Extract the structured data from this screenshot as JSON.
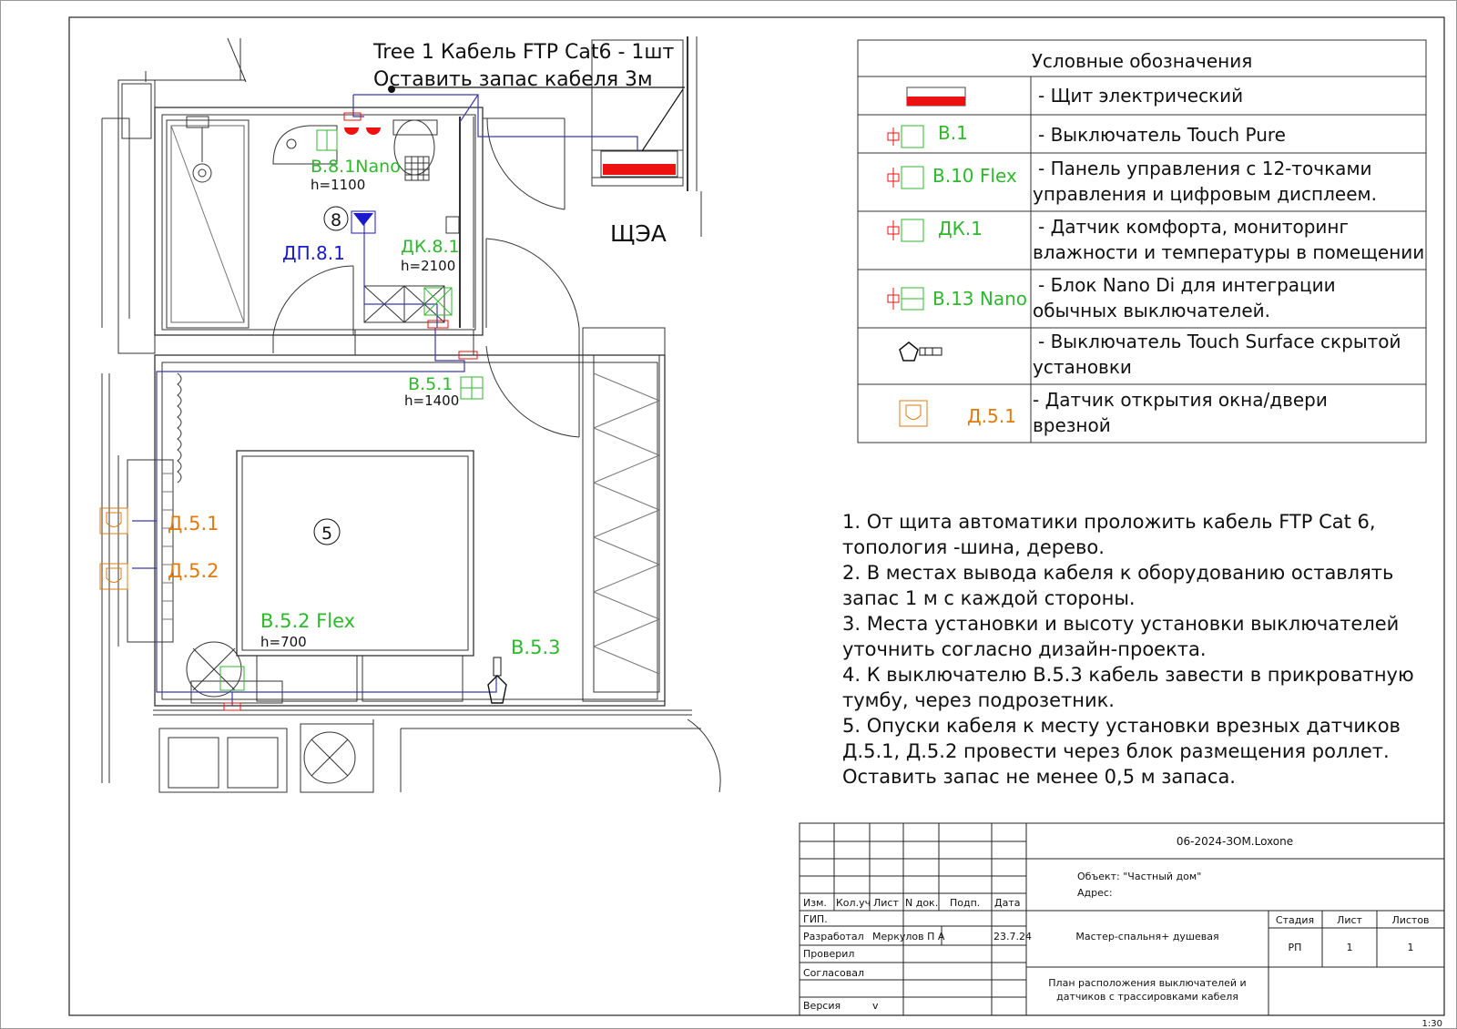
{
  "top_note": {
    "line1": "Tree 1 Кабель FTP Cat6 - 1шт",
    "line2": "Оставить запас кабеля 3м"
  },
  "plan": {
    "room_shea": "ЩЭА",
    "room_8": "8",
    "room_5": "5",
    "labels": {
      "v81": "В.8.1Nano",
      "v81_h": "h=1100",
      "dp81": "ДП.8.1",
      "dk81": "ДК.8.1",
      "dk81_h": "h=2100",
      "v51": "В.5.1",
      "v51_h": "h=1400",
      "d51": "Д.5.1",
      "d52": "Д.5.2",
      "v52": "В.5.2 Flex",
      "v52_h": "h=700",
      "v53": "В.5.3"
    }
  },
  "legend": {
    "title": "Условные обозначения",
    "rows": [
      {
        "code": "",
        "desc1": "- Щит электрический",
        "desc2": ""
      },
      {
        "code": "В.1",
        "desc1": "- Выключатель Touch Pure",
        "desc2": ""
      },
      {
        "code": "В.10 Flex",
        "desc1": "- Панель управления с 12-точками",
        "desc2": "управления и цифровым дисплеем."
      },
      {
        "code": "ДК.1",
        "desc1": "- Датчик комфорта, мониторинг",
        "desc2": "влажности и температуры в помещении"
      },
      {
        "code": "В.13 Nano",
        "desc1": "- Блок Nano Di для интеграции",
        "desc2": "обычных     выключателей."
      },
      {
        "code": "",
        "desc1": "- Выключатель Touch Surface скрытой",
        "desc2": "установки"
      },
      {
        "code": "Д.5.1",
        "desc1": "- Датчик открытия окна/двери",
        "desc2": "врезной"
      }
    ]
  },
  "notes": [
    "1. От щита автоматики проложить кабель FTP Cat 6,",
    "топология -шина, дерево.",
    "2. В местах вывода кабеля к оборудованию оставлять",
    "запас 1 м с каждой стороны.",
    "3. Места установки и высоту установки выключателей",
    "уточнить согласно дизайн-проекта.",
    "4. К выключателю В.5.3 кабель завести в прикроватную",
    "тумбу, через подрозетник.",
    "5. Опуски кабеля к месту установки врезных датчиков",
    "Д.5.1, Д.5.2 провести через блок размещения роллет.",
    "Оставить запас не менее 0,5 м запаса."
  ],
  "title_block": {
    "code": "06-2024-ЗОМ.Loxone",
    "object": "Объект:  \"Частный дом\"",
    "address": "Адрес:",
    "headers": [
      "Изм.",
      "Кол.уч",
      "Лист",
      "N док.",
      "Подп.",
      "Дата"
    ],
    "rows": [
      {
        "role": "ГИП.",
        "name": "",
        "sign": "",
        "date": ""
      },
      {
        "role": "Разработал",
        "name": "Меркулов П А",
        "sign": "",
        "date": "23.7.24"
      },
      {
        "role": "Проверил",
        "name": "",
        "sign": "",
        "date": ""
      },
      {
        "role": "Согласовал",
        "name": "",
        "sign": "",
        "date": ""
      },
      {
        "role": "Версия",
        "name": "v",
        "sign": "",
        "date": ""
      }
    ],
    "room_title": "Мастер-спальня+ душевая",
    "stage_label": "Стадия",
    "sheet_label": "Лист",
    "sheets_label": "Листов",
    "stage": "РП",
    "sheet": "1",
    "sheets": "1",
    "drawing_title1": "План расположения  выключателей и",
    "drawing_title2": "датчиков с трассировками кабеля"
  },
  "scale": "1:30",
  "colors": {
    "green": "#2db82d",
    "blue": "#1a1acc",
    "orange": "#e07a10",
    "red": "#ee1111",
    "cable": "#3a3aa8"
  }
}
